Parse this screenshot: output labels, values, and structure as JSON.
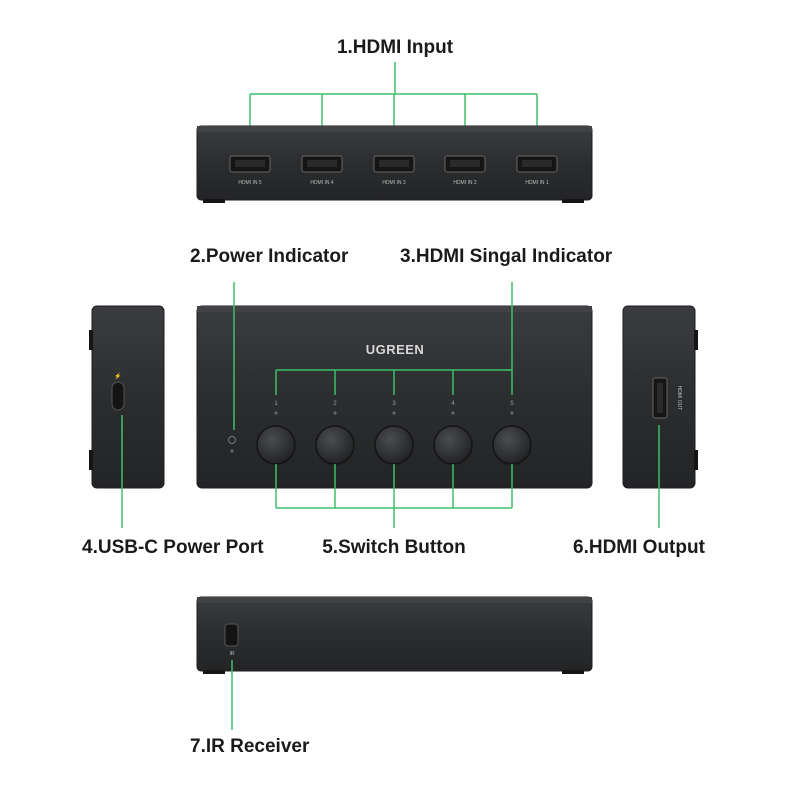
{
  "callouts": {
    "hdmi_input": "1.HDMI Input",
    "power_indicator": "2.Power Indicator",
    "signal_indicator": "3.HDMI Singal Indicator",
    "usbc_power_port": "4.USB-C Power Port",
    "switch_button": "5.Switch Button",
    "hdmi_output": "6.HDMI Output",
    "ir_receiver": "7.IR Receiver"
  },
  "brand": "UGREEN",
  "input_ports": [
    "HDMI IN 5",
    "HDMI IN 4",
    "HDMI IN 3",
    "HDMI IN 2",
    "HDMI IN 1"
  ],
  "channel_numbers": [
    "1",
    "2",
    "3",
    "4",
    "5"
  ],
  "output_port_label": "HDMI OUT",
  "ir_label": "IR",
  "colors": {
    "leader_line": "#3fbf6a",
    "device_body": "#2b2d2f",
    "device_edge": "#1c1d1f",
    "callout_text": "#1a1a1a"
  }
}
